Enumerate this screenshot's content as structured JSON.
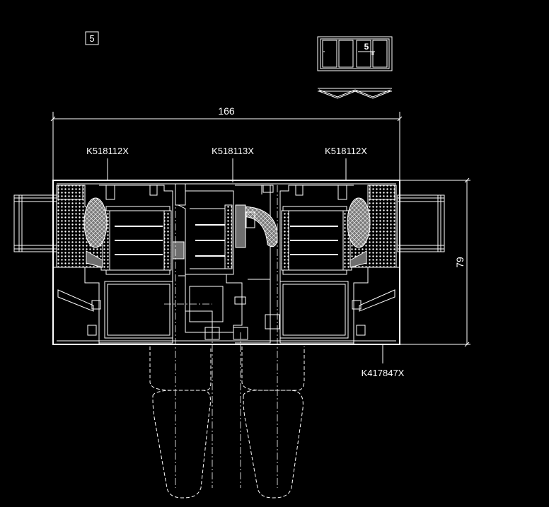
{
  "detail_number": "5",
  "thumbnail_number": "5",
  "thumbnail_sub": "II",
  "dimensions": {
    "width": "166",
    "depth": "79"
  },
  "profile_codes": {
    "left_sash": "K518112X",
    "center_sash": "K518113X",
    "right_sash": "K518112X",
    "frame": "K417847X"
  },
  "colors": {
    "background": "#000000",
    "lines": "#ffffff",
    "fill_grey": "#8a8a8a"
  }
}
